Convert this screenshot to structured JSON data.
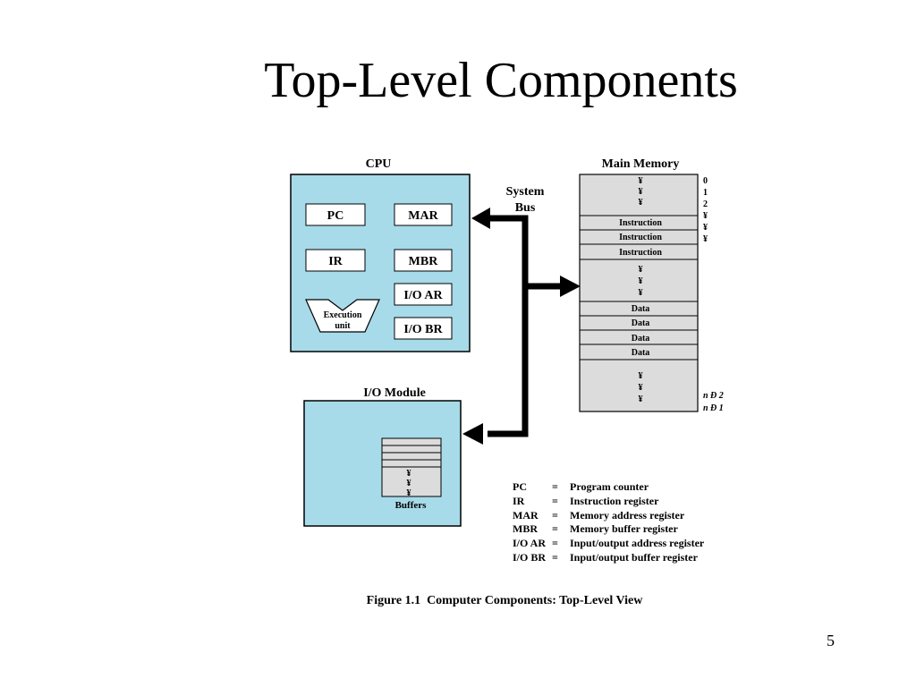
{
  "slide": {
    "title": "Top-Level Components",
    "page_number": "5"
  },
  "cpu": {
    "label": "CPU",
    "pc": "PC",
    "mar": "MAR",
    "ir": "IR",
    "mbr": "MBR",
    "io_ar": "I/O AR",
    "io_br": "I/O BR",
    "exec_line1": "Execution",
    "exec_line2": "unit"
  },
  "bus": {
    "line1": "System",
    "line2": "Bus"
  },
  "memory": {
    "label": "Main Memory",
    "dots": "¥",
    "instruction": "Instruction",
    "data": "Data",
    "addr0": "0",
    "addr1": "1",
    "addr2": "2",
    "addr_dot": "¥",
    "addr_n2": "n Ð 2",
    "addr_n1": "n Ð 1"
  },
  "io_module": {
    "label": "I/O Module",
    "dots": "¥",
    "buffers": "Buffers"
  },
  "legend": [
    {
      "abbr": "PC",
      "eq": "=",
      "desc": "Program counter"
    },
    {
      "abbr": "IR",
      "eq": "=",
      "desc": "Instruction register"
    },
    {
      "abbr": "MAR",
      "eq": "=",
      "desc": "Memory address register"
    },
    {
      "abbr": "MBR",
      "eq": "=",
      "desc": "Memory buffer register"
    },
    {
      "abbr": "I/O AR",
      "eq": "=",
      "desc": "Input/output address register"
    },
    {
      "abbr": "I/O BR",
      "eq": "=",
      "desc": "Input/output buffer register"
    }
  ],
  "caption": "Figure 1.1  Computer Components: Top-Level View",
  "colors": {
    "module_fill": "#a7dbea",
    "memory_fill": "#dcdcdc",
    "line": "#000000"
  }
}
